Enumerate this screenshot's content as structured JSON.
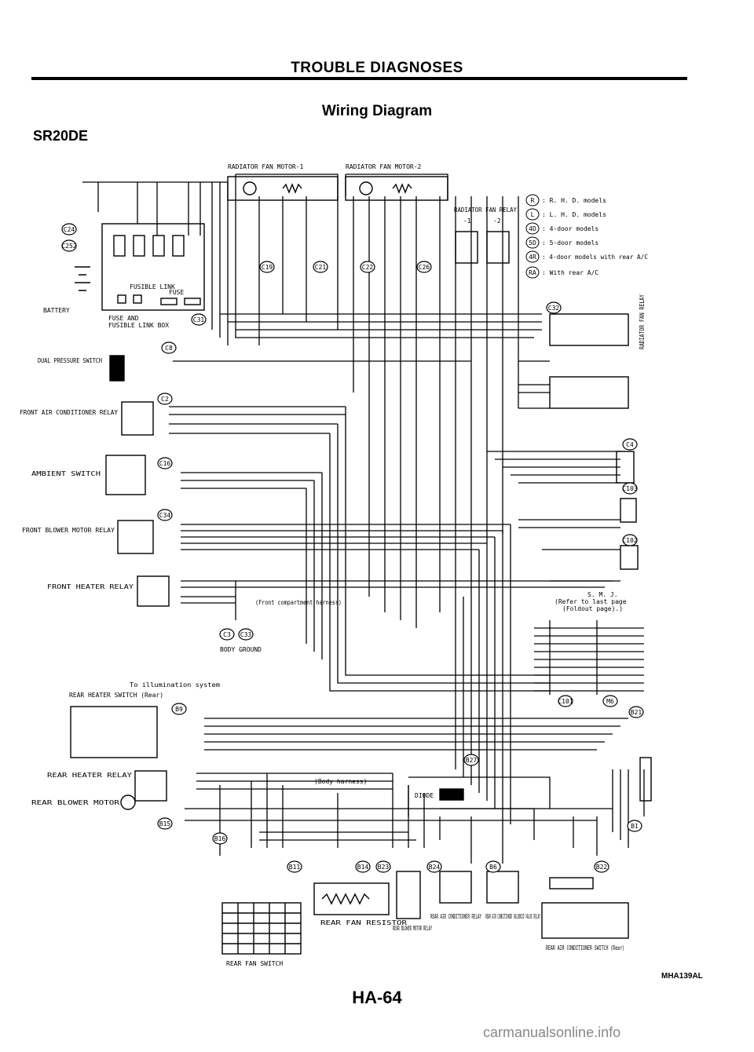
{
  "header": {
    "title": "TROUBLE DIAGNOSES",
    "subtitle": "Wiring Diagram",
    "variant": "SR20DE"
  },
  "legend": [
    {
      "code": "R",
      "text": ": R. H. D. models"
    },
    {
      "code": "L",
      "text": ": L. H. D. models"
    },
    {
      "code": "4D",
      "text": ": 4-door models"
    },
    {
      "code": "5D",
      "text": ": 5-door models"
    },
    {
      "code": "4R",
      "text": ": 4-door models with rear A/C"
    },
    {
      "code": "RA",
      "text": ": With rear A/C"
    }
  ],
  "components": {
    "fan_motor_1": "RADIATOR FAN MOTOR-1",
    "fan_motor_2": "RADIATOR FAN MOTOR-2",
    "fan_relay": "RADIATOR FAN RELAY",
    "fan_relay_1": "-1",
    "fan_relay_2": "-2",
    "fan_relay_side": "RADIATOR FAN RELAY",
    "battery": "BATTERY",
    "fusible_link": "FUSIBLE LINK",
    "fuse": "FUSE",
    "fuse_box_1": "FUSE AND",
    "fuse_box_2": "FUSIBLE LINK BOX",
    "dual_pressure_switch": "DUAL PRESSURE SWITCH",
    "front_ac_relay": "FRONT AIR CONDITIONER RELAY",
    "ambient_switch": "AMBIENT SWITCH",
    "front_blower_relay": "FRONT BLOWER MOTOR RELAY",
    "front_heater_relay": "FRONT HEATER RELAY",
    "front_harness": "(Front compartment harness)",
    "body_ground": "BODY GROUND",
    "illumination": "To illumination system",
    "rear_heater_switch": "REAR HEATER SWITCH (Rear)",
    "rear_heater_relay": "REAR HEATER RELAY",
    "rear_blower_motor": "REAR BLOWER MOTOR",
    "body_harness": "(Body harness)",
    "diode": "DIODE",
    "smj_1": "S. M. J.",
    "smj_2": "(Refer to last page",
    "smj_3": "(Foldout page).)",
    "rear_fan_resistor": "REAR FAN RESISTOR",
    "rear_blower_relay": "REAR BLOWER MOTOR RELAY",
    "rear_ac_relay": "REAR AIR CONDITIONER RELAY",
    "rear_ac_solenoid": "REAR AIR CONDITIONER SOLENOID VALVE RELAY",
    "rear_ac_switch": "REAR AIR CONDITIONER SWITCH (Rear)",
    "rear_fan_switch": "REAR FAN SWITCH"
  },
  "connectors": [
    "C24",
    "C252",
    "C31",
    "C8",
    "C2",
    "C16",
    "C34",
    "C19",
    "C21",
    "C22",
    "C26",
    "C32",
    "C4",
    "C103",
    "C102",
    "C3",
    "C33",
    "C101",
    "M6",
    "B21",
    "B9",
    "B27",
    "B15",
    "B16",
    "B11",
    "B14",
    "B23",
    "B24",
    "B6",
    "B22",
    "B1"
  ],
  "footer": {
    "doc_ref": "MHA139AL",
    "page": "HA-64",
    "watermark": "carmanualsonline.info"
  }
}
